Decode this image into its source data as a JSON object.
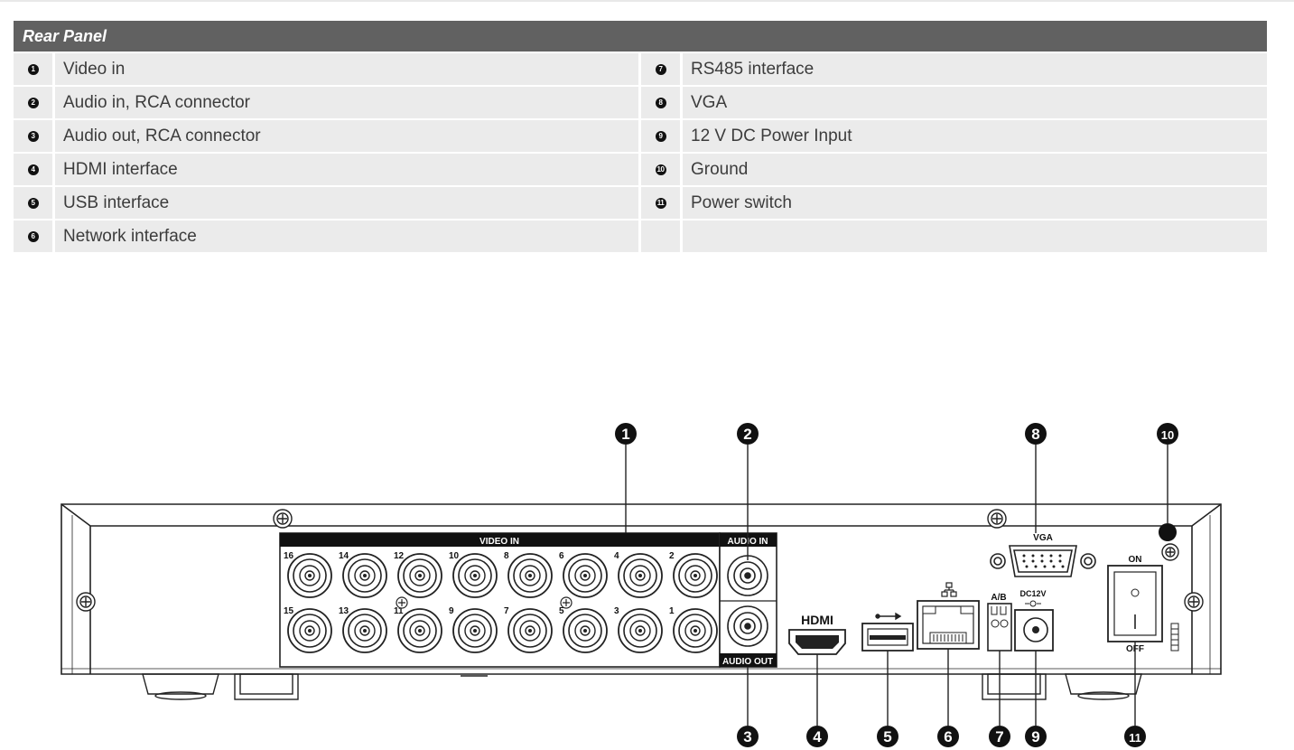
{
  "header": {
    "title": "Rear Panel"
  },
  "rows": [
    {
      "left_num": "1",
      "left_label": "Video in",
      "right_num": "7",
      "right_label": "RS485 interface"
    },
    {
      "left_num": "2",
      "left_label": "Audio in, RCA connector",
      "right_num": "8",
      "right_label": "VGA"
    },
    {
      "left_num": "3",
      "left_label": "Audio out, RCA connector",
      "right_num": "9",
      "right_label": "12 V DC Power Input"
    },
    {
      "left_num": "4",
      "left_label": "HDMI interface",
      "right_num": "10",
      "right_label": "Ground"
    },
    {
      "left_num": "5",
      "left_label": "USB interface",
      "right_num": "11",
      "right_label": "Power switch"
    },
    {
      "left_num": "6",
      "left_label": "Network interface",
      "right_num": "",
      "right_label": ""
    }
  ],
  "diagram": {
    "video_in_label": "VIDEO IN",
    "audio_in_label": "AUDIO IN",
    "audio_out_label": "AUDIO OUT",
    "hdmi_label": "HDMI",
    "vga_label": "VGA",
    "ab_label": "A/B",
    "dc_label": "DC12V",
    "on_label": "ON",
    "off_label": "OFF",
    "top_channels": [
      "16",
      "14",
      "12",
      "10",
      "8",
      "6",
      "4",
      "2"
    ],
    "bottom_channels": [
      "15",
      "13",
      "11",
      "9",
      "7",
      "5",
      "3",
      "1"
    ],
    "callouts": {
      "c1": "1",
      "c2": "2",
      "c3": "3",
      "c4": "4",
      "c5": "5",
      "c6": "6",
      "c7": "7",
      "c8": "8",
      "c9": "9",
      "c10": "10",
      "c11": "11"
    }
  }
}
